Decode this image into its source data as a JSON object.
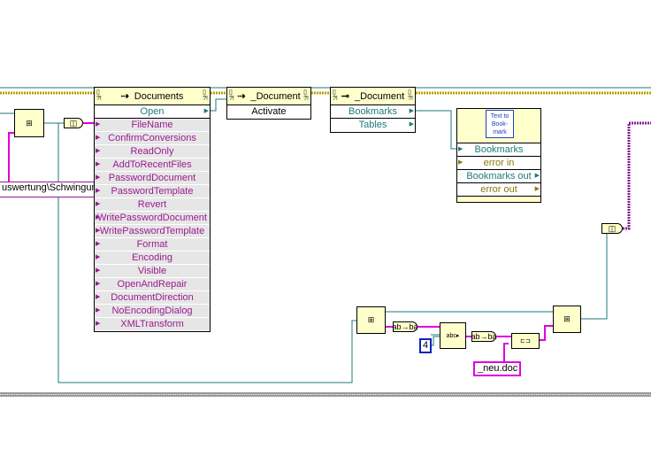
{
  "documents_node": {
    "title": "Documents",
    "rows": [
      {
        "label": "Open",
        "type": "ref"
      },
      {
        "label": "FileName",
        "type": "str"
      },
      {
        "label": "ConfirmConversions",
        "type": "str"
      },
      {
        "label": "ReadOnly",
        "type": "str"
      },
      {
        "label": "AddToRecentFiles",
        "type": "str"
      },
      {
        "label": "PasswordDocument",
        "type": "str"
      },
      {
        "label": "PasswordTemplate",
        "type": "str"
      },
      {
        "label": "Revert",
        "type": "str"
      },
      {
        "label": "WritePasswordDocument",
        "type": "str"
      },
      {
        "label": "WritePasswordTemplate",
        "type": "str"
      },
      {
        "label": "Format",
        "type": "str"
      },
      {
        "label": "Encoding",
        "type": "str"
      },
      {
        "label": "Visible",
        "type": "str"
      },
      {
        "label": "OpenAndRepair",
        "type": "str"
      },
      {
        "label": "DocumentDirection",
        "type": "str"
      },
      {
        "label": "NoEncodingDialog",
        "type": "str"
      },
      {
        "label": "XMLTransform",
        "type": "str"
      }
    ]
  },
  "activate_node": {
    "title": "_Document",
    "method": "Activate"
  },
  "property_node": {
    "title": "_Document",
    "rows": [
      "Bookmarks",
      "Tables"
    ]
  },
  "subvi": {
    "icon_text": "Text to Book-mark",
    "rows": [
      {
        "label": "Bookmarks",
        "type": "ref",
        "dir": "in"
      },
      {
        "label": "error in",
        "type": "err",
        "dir": "in"
      },
      {
        "label": "Bookmarks out",
        "type": "ref",
        "dir": "out"
      },
      {
        "label": "error out",
        "type": "err",
        "dir": "out"
      }
    ]
  },
  "path_constant": "uswertung\\Schwingung",
  "numeric_constant": "4",
  "string_constant": "_neu.doc",
  "functions": {
    "to_string_1": "ab→ba",
    "to_string_2": "ab→ba"
  },
  "colors": {
    "refnum_wire": "#1e7a7a",
    "string_wire": "#e000e0",
    "error_wire": "#b8a000",
    "node_bg": "#ffffcc"
  }
}
